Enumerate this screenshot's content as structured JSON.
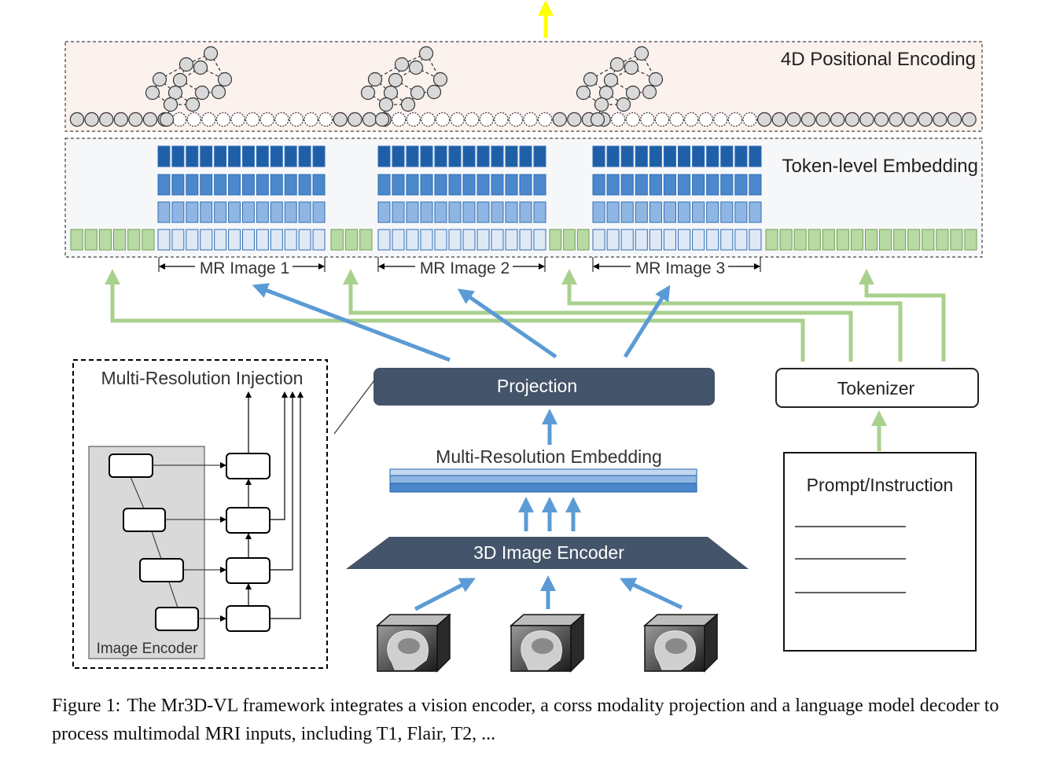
{
  "labels": {
    "positional": "4D Positional Encoding",
    "token": "Token-level Embedding",
    "mr_images": [
      "MR Image 1",
      "MR Image 2",
      "MR Image 3"
    ],
    "projection": "Projection",
    "tokenizer": "Tokenizer",
    "multi_res_embedding": "Multi-Resolution Embedding",
    "encoder3d": "3D Image Encoder",
    "prompt": "Prompt/Instruction",
    "mri_title": "Multi-Resolution Injection",
    "image_encoder": "Image Encoder"
  },
  "caption": {
    "label": "Figure 1:",
    "text": "The Mr3D-VL framework integrates a vision encoder, a corss modality projection and a language model decoder to process multimodal MRI inputs, including T1, Flair, T2, ..."
  },
  "colors": {
    "dark_blue": "#1f5fa8",
    "mid_blue": "#4b88cc",
    "light_blue": "#8fb6e2",
    "pale_blue": "#dfe9f5",
    "green_token": "#b8dba3",
    "green_arrow": "#a9d18e",
    "blue_arrow": "#5b9bd5",
    "slate": "#44546a",
    "yellow": "#ffff00",
    "pos_bg": "#fbf1ed",
    "emb_bg": "#f6f7f9"
  }
}
